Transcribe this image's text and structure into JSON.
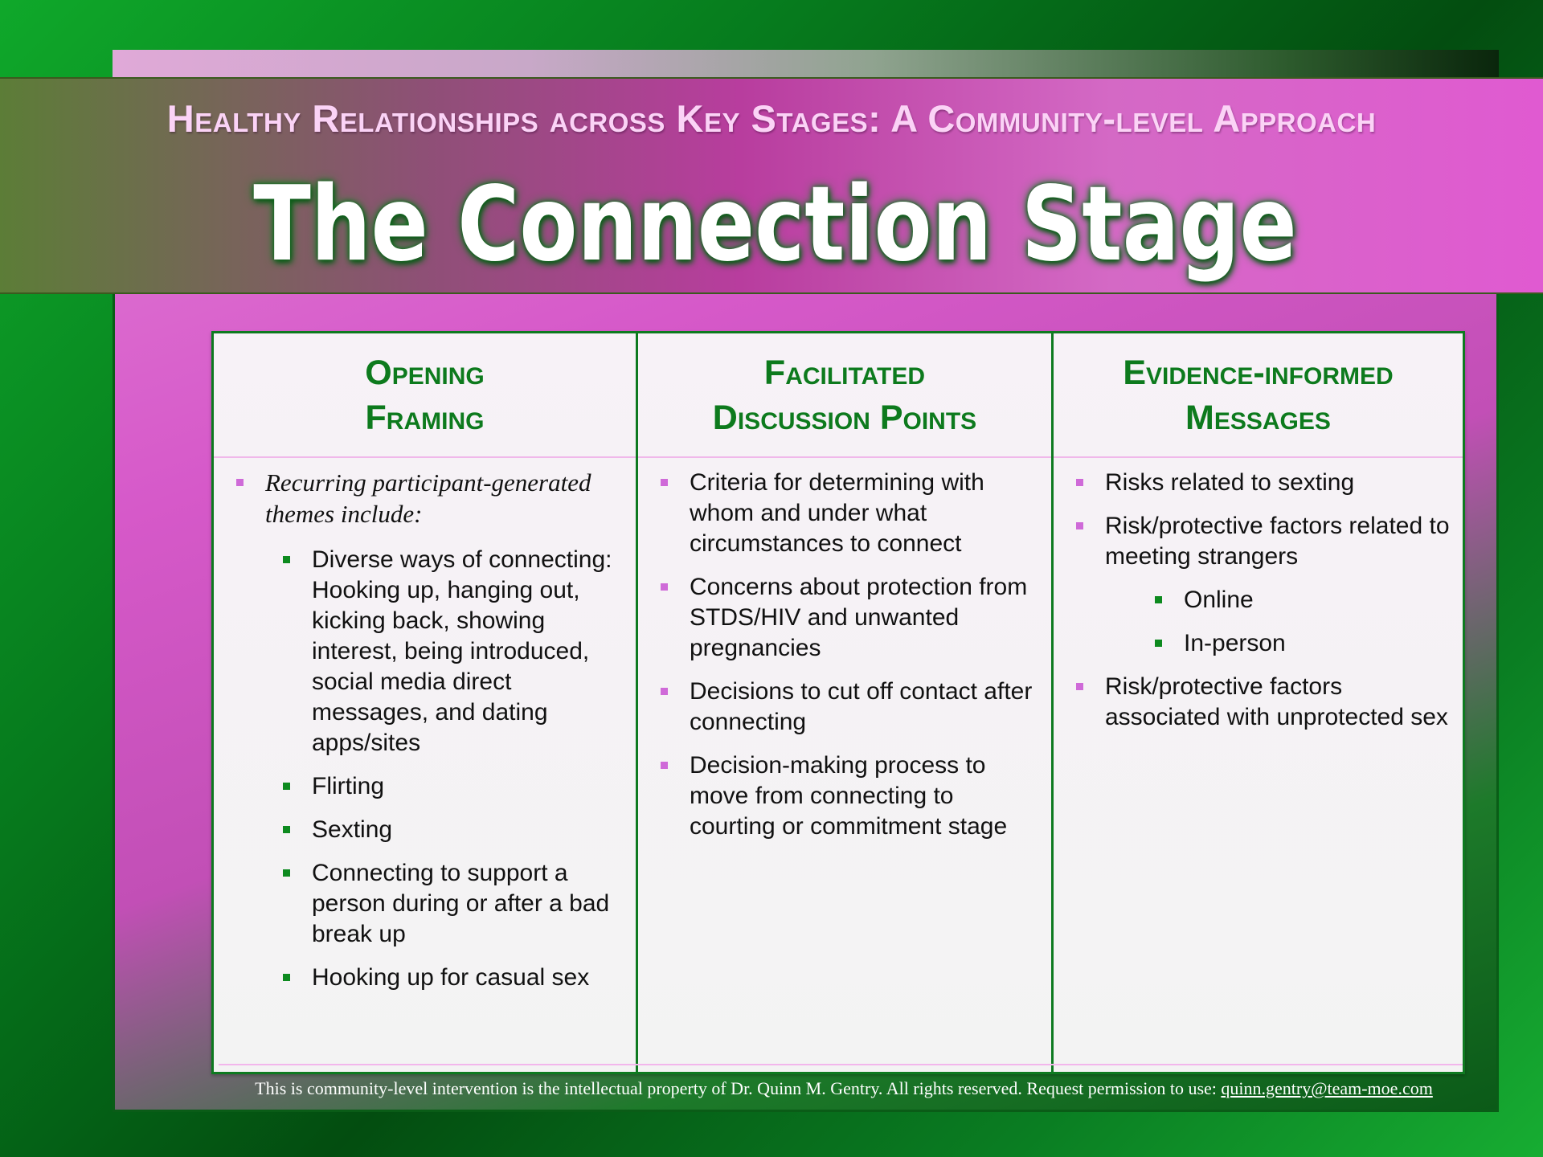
{
  "header": {
    "subtitle": "Healthy Relationships across Key Stages: A Community-level Approach",
    "title": "The Connection Stage"
  },
  "columns": [
    {
      "heading": [
        "Opening",
        "Framing"
      ],
      "intro": "Recurring participant-generated themes include:",
      "items": [
        "Diverse ways of connecting: Hooking up, hanging out, kicking back, showing interest, being introduced, social media direct messages, and dating apps/sites",
        "Flirting",
        "Sexting",
        "Connecting to support a person during or after a bad break up",
        "Hooking up for casual sex"
      ]
    },
    {
      "heading": [
        "Facilitated",
        "Discussion Points"
      ],
      "items": [
        "Criteria for determining with whom and under what circumstances to connect",
        "Concerns about protection from STDS/HIV and unwanted pregnancies",
        "Decisions to cut off contact after connecting",
        "Decision-making process to move from connecting to courting or commitment stage"
      ]
    },
    {
      "heading": [
        "Evidence-informed",
        "Messages"
      ],
      "items": [
        "Risks related to sexting",
        "Risk/protective factors related to meeting strangers",
        "Risk/protective factors associated with unprotected sex"
      ],
      "subitems": [
        "Online",
        "In-person"
      ]
    }
  ],
  "footer": {
    "text": "This is community-level intervention is the intellectual property of Dr. Quinn M. Gentry.  All rights reserved.  Request permission to use: ",
    "email": "quinn.gentry@team-moe.com"
  },
  "colors": {
    "accent_green": "#0d7a1d",
    "accent_pink": "#d659c9",
    "bullet_pink": "#cf6ad8",
    "bullet_green": "#0d8a1f"
  }
}
